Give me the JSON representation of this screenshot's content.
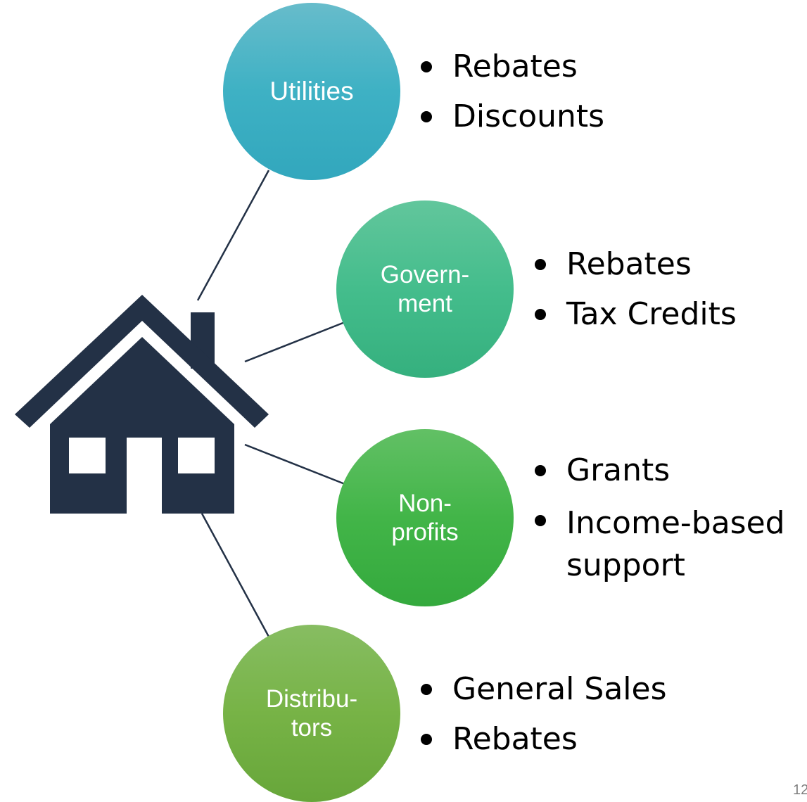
{
  "diagram": {
    "center_icon": "house-icon",
    "colors": {
      "house": "#233146",
      "connector": "#233146",
      "utilities": "#3eb1c4",
      "government": "#44bd8c",
      "nonprofits": "#42b548",
      "distributors": "#77b346"
    },
    "nodes": [
      {
        "label_line1": "Utilities",
        "label_line2": "",
        "bullets": [
          "Rebates",
          "Discounts"
        ]
      },
      {
        "label_line1": "Govern-",
        "label_line2": "ment",
        "bullets": [
          "Rebates",
          "Tax Credits"
        ]
      },
      {
        "label_line1": "Non-",
        "label_line2": "profits",
        "bullets": [
          "Grants",
          "Income-based support"
        ]
      },
      {
        "label_line1": "Distribu-",
        "label_line2": "tors",
        "bullets": [
          "General Sales",
          "Rebates"
        ]
      }
    ]
  },
  "page_number": "12"
}
